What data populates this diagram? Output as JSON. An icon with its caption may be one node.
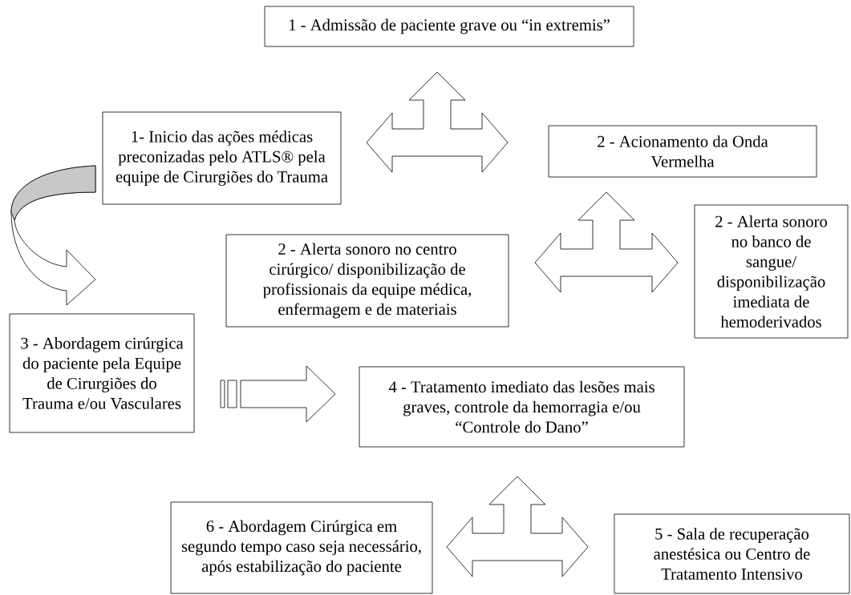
{
  "diagram": {
    "nodes": [
      {
        "text": [
          "1 - Admissão de paciente grave ou “in extremis”"
        ]
      },
      {
        "text": [
          "1- Inicio das ações médicas preconizadas pelo ATLS® pela equipe de Cirurgiões do Trauma"
        ]
      },
      {
        "text": [
          "2 - Acionamento da Onda Vermelha"
        ]
      },
      {
        "text": [
          "2 - Alerta sonoro no centro cirúrgico/ disponibilização de profissionais da equipe médica, enfermagem e de materiais"
        ]
      },
      {
        "text": [
          "2 - Alerta sonoro no banco de sangue/ disponibilização imediata de hemoderivados"
        ]
      },
      {
        "text": [
          "3 - Abordagem cirúrgica do paciente pela Equipe de Cirurgiões do Trauma e/ou Vasculares"
        ]
      },
      {
        "text": [
          "4 - Tratamento imediato das lesões mais graves, controle da hemorragia e/ou “Controle do Dano”"
        ]
      },
      {
        "text": [
          "6 - Abordagem Cirúrgica em segundo tempo caso seja necessário, após estabilização do paciente"
        ]
      },
      {
        "text": [
          "5 - Sala de recuperação anestésica ou Centro de Tratamento Intensivo"
        ]
      }
    ],
    "edges": [
      {
        "from": 1,
        "to": 0,
        "arrow": "both"
      },
      {
        "from": 1,
        "to": 2,
        "arrow": "both"
      },
      {
        "from": 3,
        "to": 2,
        "arrow": "both"
      },
      {
        "from": 3,
        "to": 4,
        "arrow": "both"
      },
      {
        "from": 1,
        "to": 5,
        "arrow": "to"
      },
      {
        "from": 5,
        "to": 6,
        "arrow": "to"
      },
      {
        "from": 7,
        "to": 6,
        "arrow": "both"
      },
      {
        "from": 7,
        "to": 8,
        "arrow": "both"
      }
    ]
  }
}
